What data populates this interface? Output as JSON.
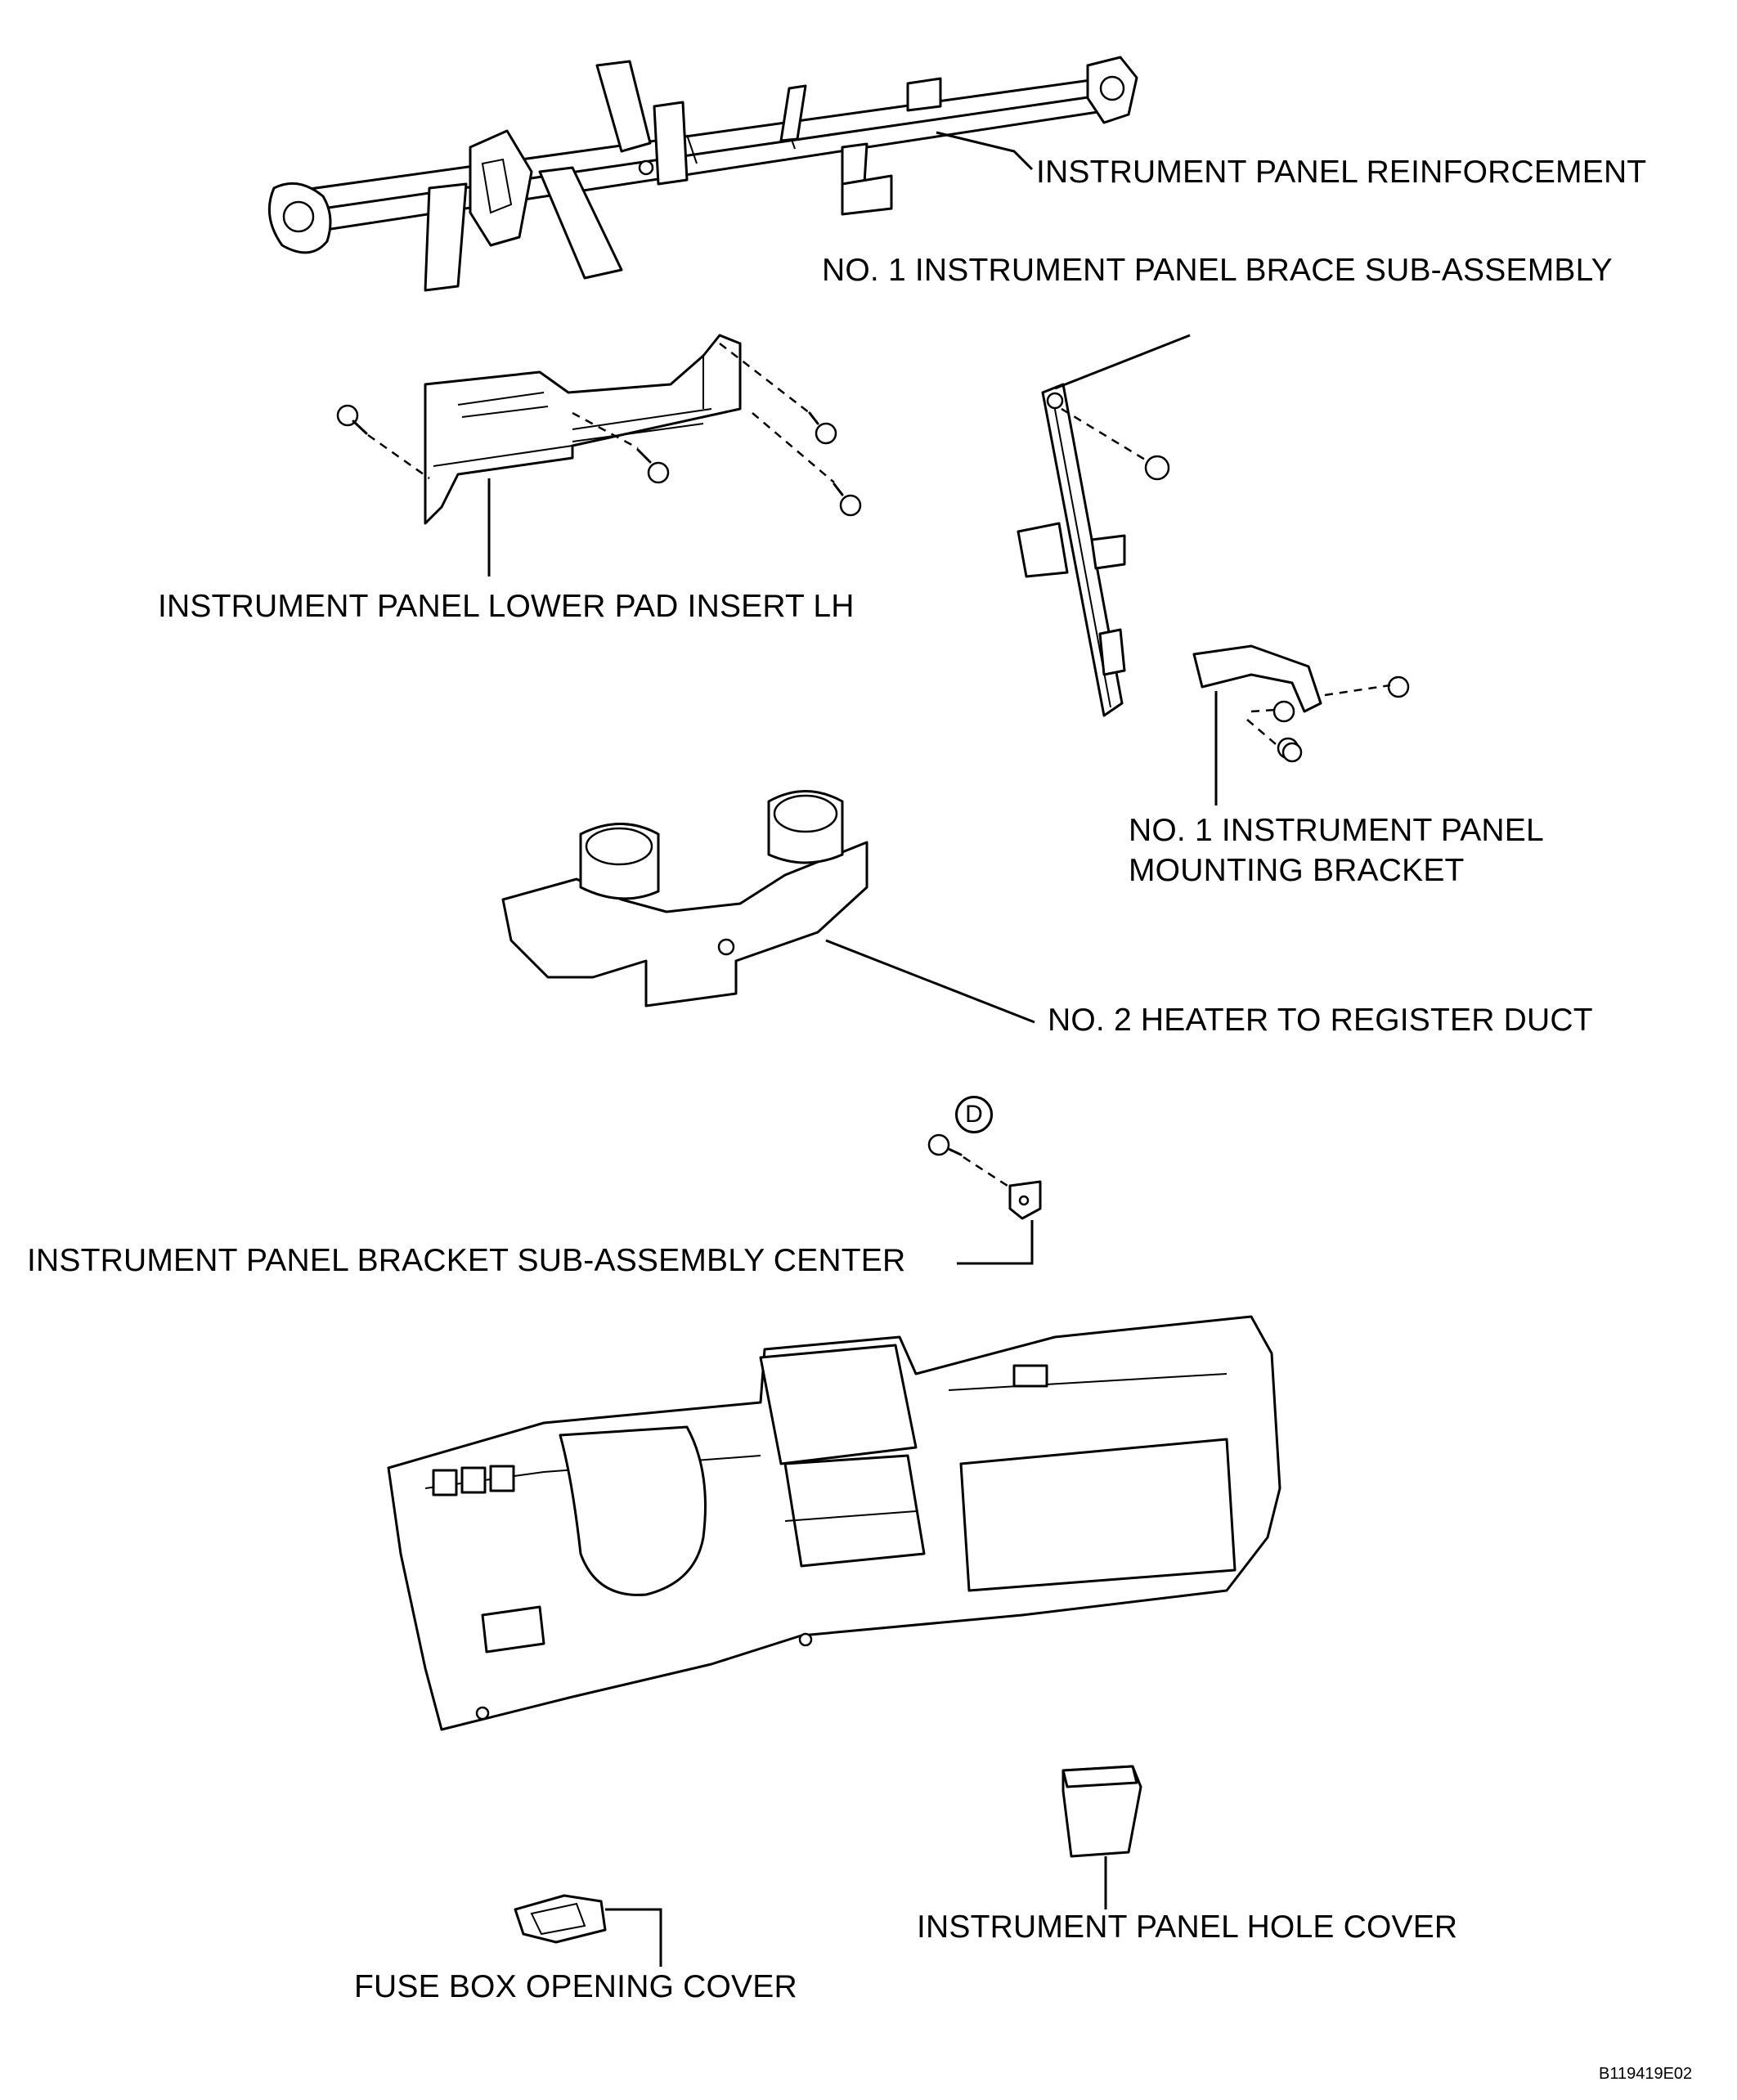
{
  "labels": {
    "reinforcement": "INSTRUMENT PANEL REINFORCEMENT",
    "brace": "NO. 1 INSTRUMENT PANEL BRACE SUB-ASSEMBLY",
    "lower_pad_insert": "INSTRUMENT PANEL LOWER PAD INSERT LH",
    "mounting_bracket_line1": "NO. 1 INSTRUMENT PANEL",
    "mounting_bracket_line2": "MOUNTING BRACKET",
    "heater_duct": "NO. 2 HEATER TO REGISTER DUCT",
    "bracket_center": "INSTRUMENT PANEL BRACKET SUB-ASSEMBLY CENTER",
    "hole_cover": "INSTRUMENT PANEL HOLE COVER",
    "fuse_box_cover": "FUSE BOX OPENING COVER"
  },
  "marker_d": "D",
  "figure_id": "B119419E02"
}
